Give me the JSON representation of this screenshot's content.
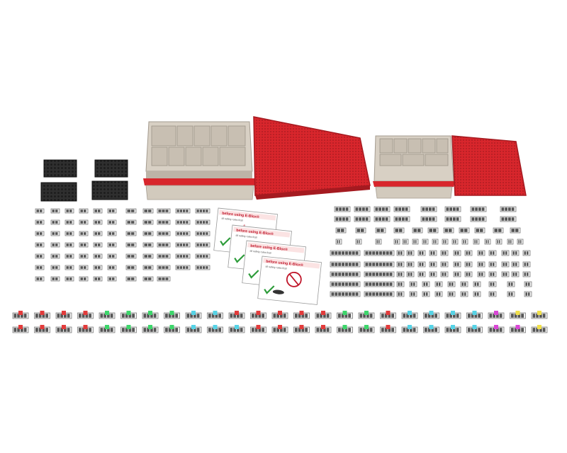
{
  "scene": {
    "description_free": true,
    "colors": {
      "background": "#ffffff",
      "tray_beige": "#d8d0c4",
      "tray_shadow": "#b9b0a3",
      "lid_red": "#d8262c",
      "lid_red_dark": "#a51a20",
      "brick_dark": "#2a2a2a",
      "part_white": "#eeeeee",
      "part_outline": "#6d6d6d"
    },
    "icons": [
      "storage-box-large",
      "storage-box-small",
      "instruction-sheet",
      "brick-part",
      "led-part"
    ]
  },
  "sheets": [
    {
      "title": "before using E-Blox®",
      "subtitle": "all safety rules first!"
    },
    {
      "title": "before using E-Blox®",
      "subtitle": "all safety rules first!"
    },
    {
      "title": "before using E-Blox®",
      "subtitle": "all safety rules first!"
    },
    {
      "title": "before using E-Blox®",
      "subtitle": "all safety rules first!"
    }
  ],
  "led_colors": [
    "#e23b3b",
    "#e23b3b",
    "#e23b3b",
    "#e23b3b",
    "#3dd66b",
    "#3dd66b",
    "#3dd66b",
    "#3dd66b",
    "#56d3e6",
    "#56d3e6",
    "#e23b3b",
    "#e23b3b",
    "#e23b3b",
    "#e23b3b",
    "#e23b3b",
    "#3dd66b",
    "#3dd66b",
    "#e23b3b",
    "#56d3e6",
    "#56d3e6",
    "#56d3e6",
    "#56d3e6",
    "#d946d6",
    "#f1e04a",
    "#f1e04a"
  ],
  "led_colors_row2": [
    "#e23b3b",
    "#e23b3b",
    "#e23b3b",
    "#e23b3b",
    "#3dd66b",
    "#3dd66b",
    "#3dd66b",
    "#3dd66b",
    "#56d3e6",
    "#56d3e6",
    "#56d3e6",
    "#e23b3b",
    "#e23b3b",
    "#e23b3b",
    "#e23b3b",
    "#3dd66b",
    "#3dd66b",
    "#e23b3b",
    "#56d3e6",
    "#56d3e6",
    "#56d3e6",
    "#56d3e6",
    "#d946d6",
    "#d946d6",
    "#f1e04a"
  ]
}
